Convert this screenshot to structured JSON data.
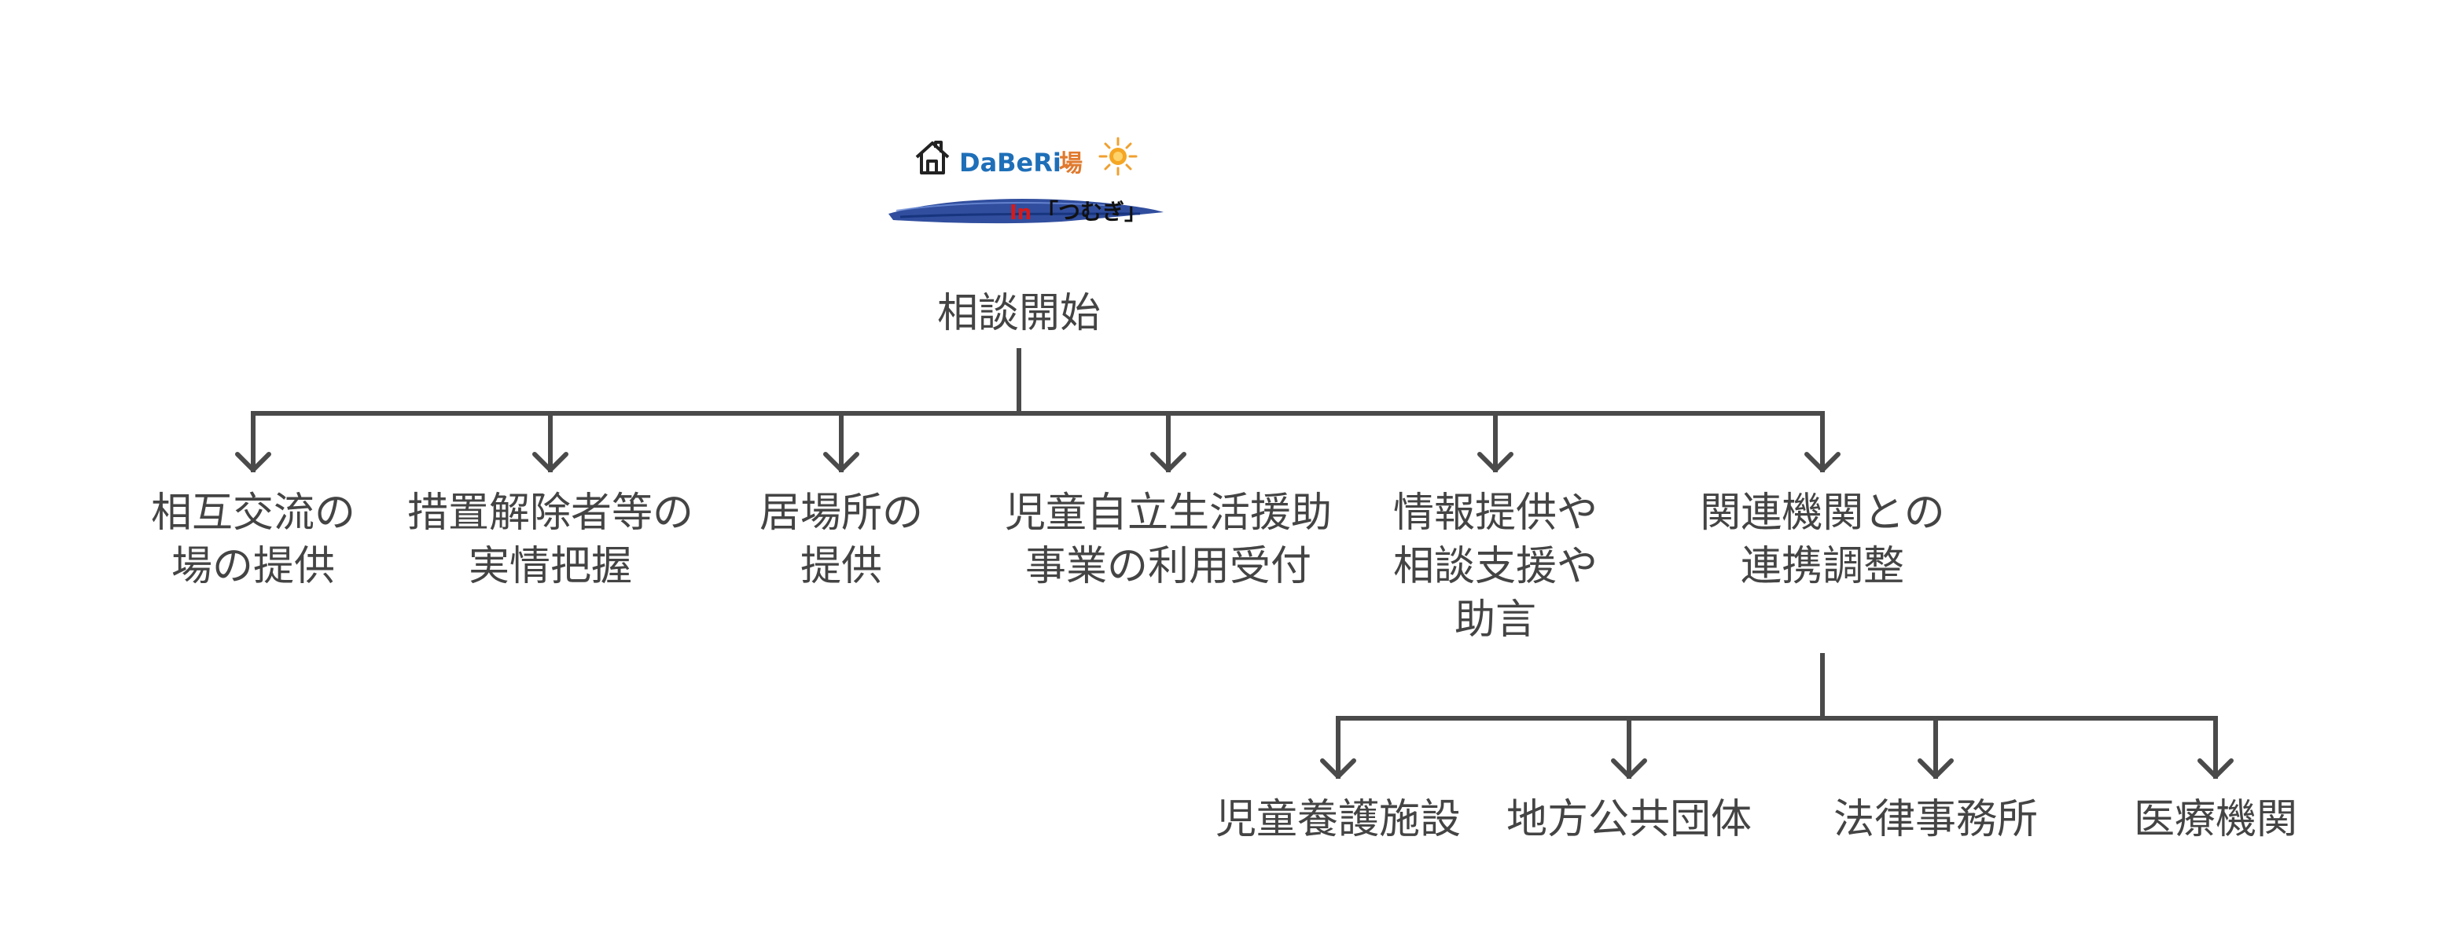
{
  "logo": {
    "brand_dabe": "DaBeRi",
    "brand_ba": "場",
    "in_text": "In",
    "bracket_text": "「つむぎ」",
    "brand_blue": "#1e6fb8",
    "brand_orange": "#e07a2e",
    "brush_blue": "#1f3f96",
    "in_red": "#d61a1a"
  },
  "root": {
    "lines": [
      "相談開始"
    ]
  },
  "level1": [
    {
      "lines": [
        "相互交流の",
        "場の提供"
      ]
    },
    {
      "lines": [
        "措置解除者等の",
        "実情把握"
      ]
    },
    {
      "lines": [
        "居場所の",
        "提供"
      ]
    },
    {
      "lines": [
        "児童自立生活援助",
        "事業の利用受付"
      ]
    },
    {
      "lines": [
        "情報提供や",
        "相談支援や",
        "助言"
      ]
    },
    {
      "lines": [
        "関連機関との",
        "連携調整"
      ]
    }
  ],
  "level2": [
    {
      "lines": [
        "児童養護施設"
      ]
    },
    {
      "lines": [
        "地方公共団体"
      ]
    },
    {
      "lines": [
        "法律事務所"
      ]
    },
    {
      "lines": [
        "医療機関"
      ]
    }
  ],
  "colors": {
    "connector": "#4a4a4a",
    "text": "#444444"
  }
}
